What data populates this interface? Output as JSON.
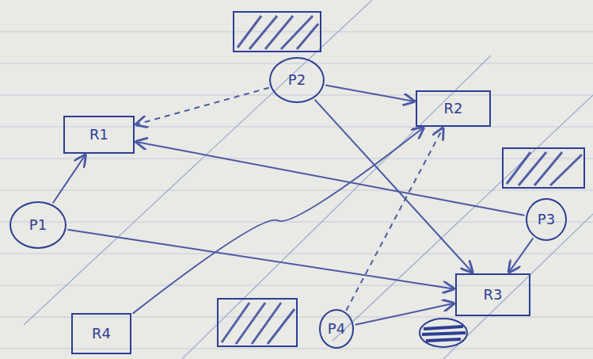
{
  "diagram": {
    "nodes": [
      {
        "text": [
          "P2"
        ]
      },
      {
        "text": [
          "R1"
        ]
      },
      {
        "text": [
          "R2"
        ]
      },
      {
        "text": [
          "P1"
        ]
      },
      {
        "text": [
          "P3"
        ]
      },
      {
        "text": [
          "R3"
        ]
      },
      {
        "text": [
          "R4"
        ]
      },
      {
        "text": [
          "P4"
        ]
      }
    ],
    "edges": [
      {
        "from": 0,
        "to": 1,
        "arrow": "to"
      },
      {
        "from": 0,
        "to": 2,
        "arrow": "to"
      },
      {
        "from": 0,
        "to": 5,
        "arrow": "to"
      },
      {
        "from": 3,
        "to": 1,
        "arrow": "to"
      },
      {
        "from": 4,
        "to": 1,
        "arrow": "to"
      },
      {
        "from": 3,
        "to": 5,
        "arrow": "to"
      },
      {
        "from": 4,
        "to": 5,
        "arrow": "to"
      },
      {
        "from": 6,
        "to": 2,
        "arrow": "to"
      },
      {
        "from": 7,
        "to": 2,
        "arrow": "to"
      },
      {
        "from": 7,
        "to": 5,
        "arrow": "to"
      }
    ]
  }
}
